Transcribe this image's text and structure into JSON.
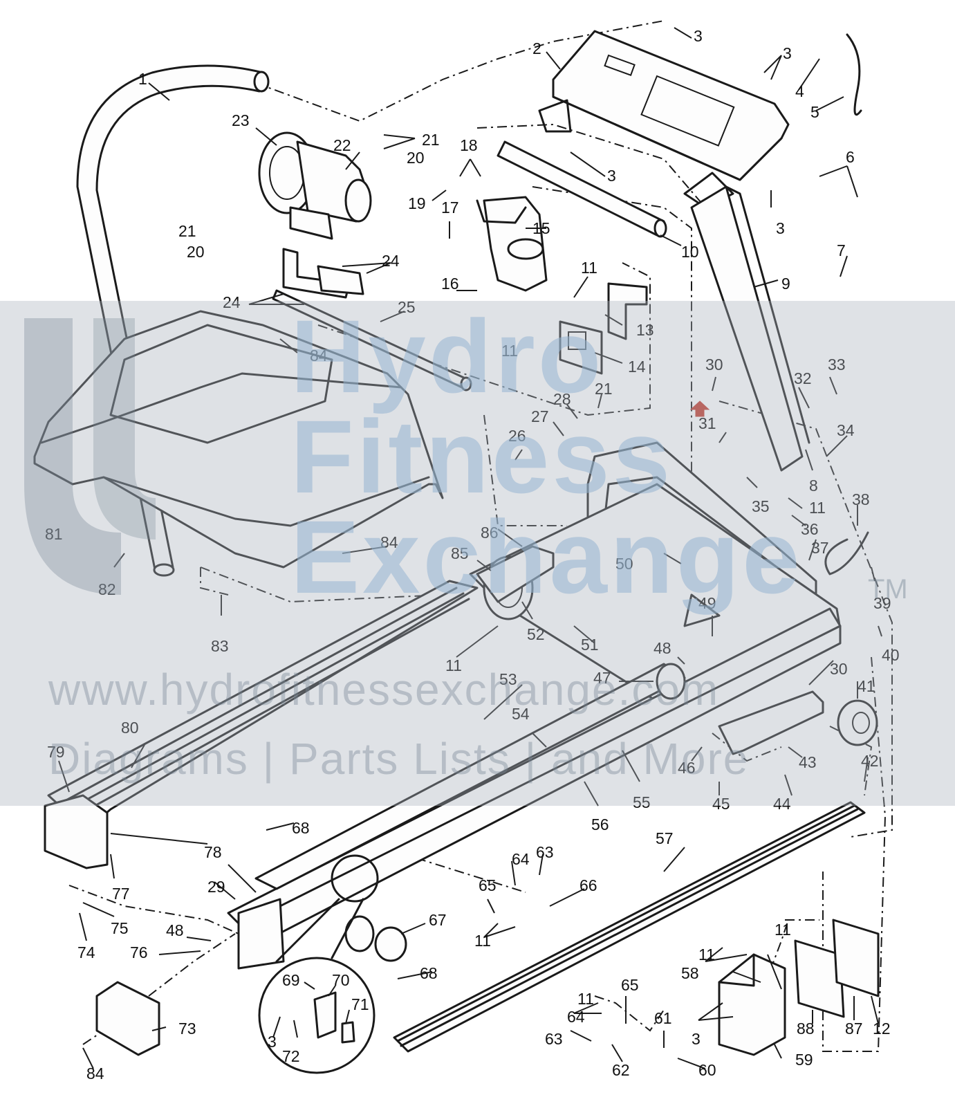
{
  "watermark": {
    "brand_line1": "Hydro",
    "brand_line2": "Fitness",
    "brand_line3": "Exchange",
    "trademark": "TM",
    "url": "www.hydrofitnessexchange.com",
    "tagline": "Diagrams | Parts Lists | and More"
  },
  "callouts": {
    "1": "1",
    "2": "2",
    "3": "3",
    "4": "4",
    "5": "5",
    "6": "6",
    "7": "7",
    "8": "8",
    "9": "9",
    "10": "10",
    "11": "11",
    "12": "12",
    "13": "13",
    "14": "14",
    "15": "15",
    "16": "16",
    "17": "17",
    "18": "18",
    "19": "19",
    "20": "20",
    "21": "21",
    "22": "22",
    "23": "23",
    "24": "24",
    "25": "25",
    "26": "26",
    "27": "27",
    "28": "28",
    "29": "29",
    "30": "30",
    "31": "31",
    "32": "32",
    "33": "33",
    "34": "34",
    "35": "35",
    "36": "36",
    "37": "37",
    "38": "38",
    "39": "39",
    "40": "40",
    "41": "41",
    "42": "42",
    "43": "43",
    "44": "44",
    "45": "45",
    "46": "46",
    "47": "47",
    "48": "48",
    "49": "49",
    "50": "50",
    "51": "51",
    "52": "52",
    "53": "53",
    "54": "54",
    "55": "55",
    "56": "56",
    "57": "57",
    "58": "58",
    "59": "59",
    "60": "60",
    "61": "61",
    "62": "62",
    "63": "63",
    "64": "64",
    "65": "65",
    "66": "66",
    "67": "67",
    "68": "68",
    "69": "69",
    "70": "70",
    "71": "71",
    "72": "72",
    "73": "73",
    "74": "74",
    "75": "75",
    "76": "76",
    "77": "77",
    "78": "78",
    "79": "79",
    "80": "80",
    "81": "81",
    "82": "82",
    "83": "83",
    "84": "84",
    "85": "85",
    "86": "86",
    "87": "87",
    "88": "88"
  },
  "colors": {
    "ink": "#1a1a1a",
    "watermark_band": "#aab4be",
    "watermark_text": "#96b4d2",
    "highlight_arrow": "#c0392b"
  }
}
